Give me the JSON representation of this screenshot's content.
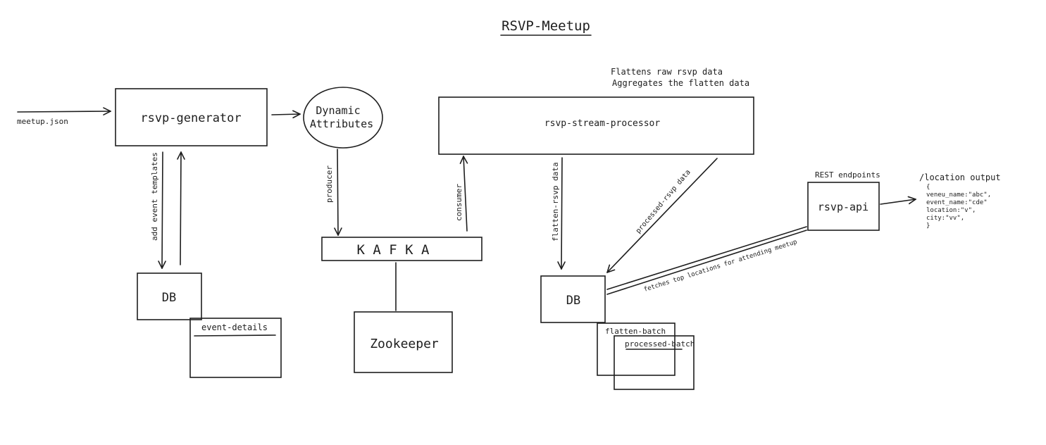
{
  "title": "RSVP-Meetup",
  "nodes": {
    "input_file": "meetup.json",
    "generator": "rsvp-generator",
    "dynamic_line1": "Dynamic",
    "dynamic_line2": "Attributes",
    "stream_processor": "rsvp-stream-processor",
    "kafka": "K A F K A",
    "zookeeper": "Zookeeper",
    "db_left": "DB",
    "db_right": "DB",
    "event_details": "event-details",
    "flatten_batch": "flatten-batch",
    "processed_batch": "processed-batch",
    "api": "rsvp-api",
    "rest_endpoints": "REST endpoints"
  },
  "edges": {
    "add_event_templates": "add event templates",
    "producer": "producer",
    "consumer": "consumer",
    "flatten_rsvp_data": "flatten-rsvp data",
    "processed_rsvp_data": "processed-rsvp data",
    "fetches_top_locations": "fetches top locations for attending meetup"
  },
  "notes": {
    "processor_line1": "Flattens raw rsvp data",
    "processor_line2": "Aggregates the flatten data"
  },
  "output": {
    "title": "/location output",
    "lines": [
      "{",
      "veneu_name:\"abc\",",
      "event_name:\"cde\"",
      "location:\"v\",",
      "city:\"vv\",",
      "}"
    ]
  }
}
